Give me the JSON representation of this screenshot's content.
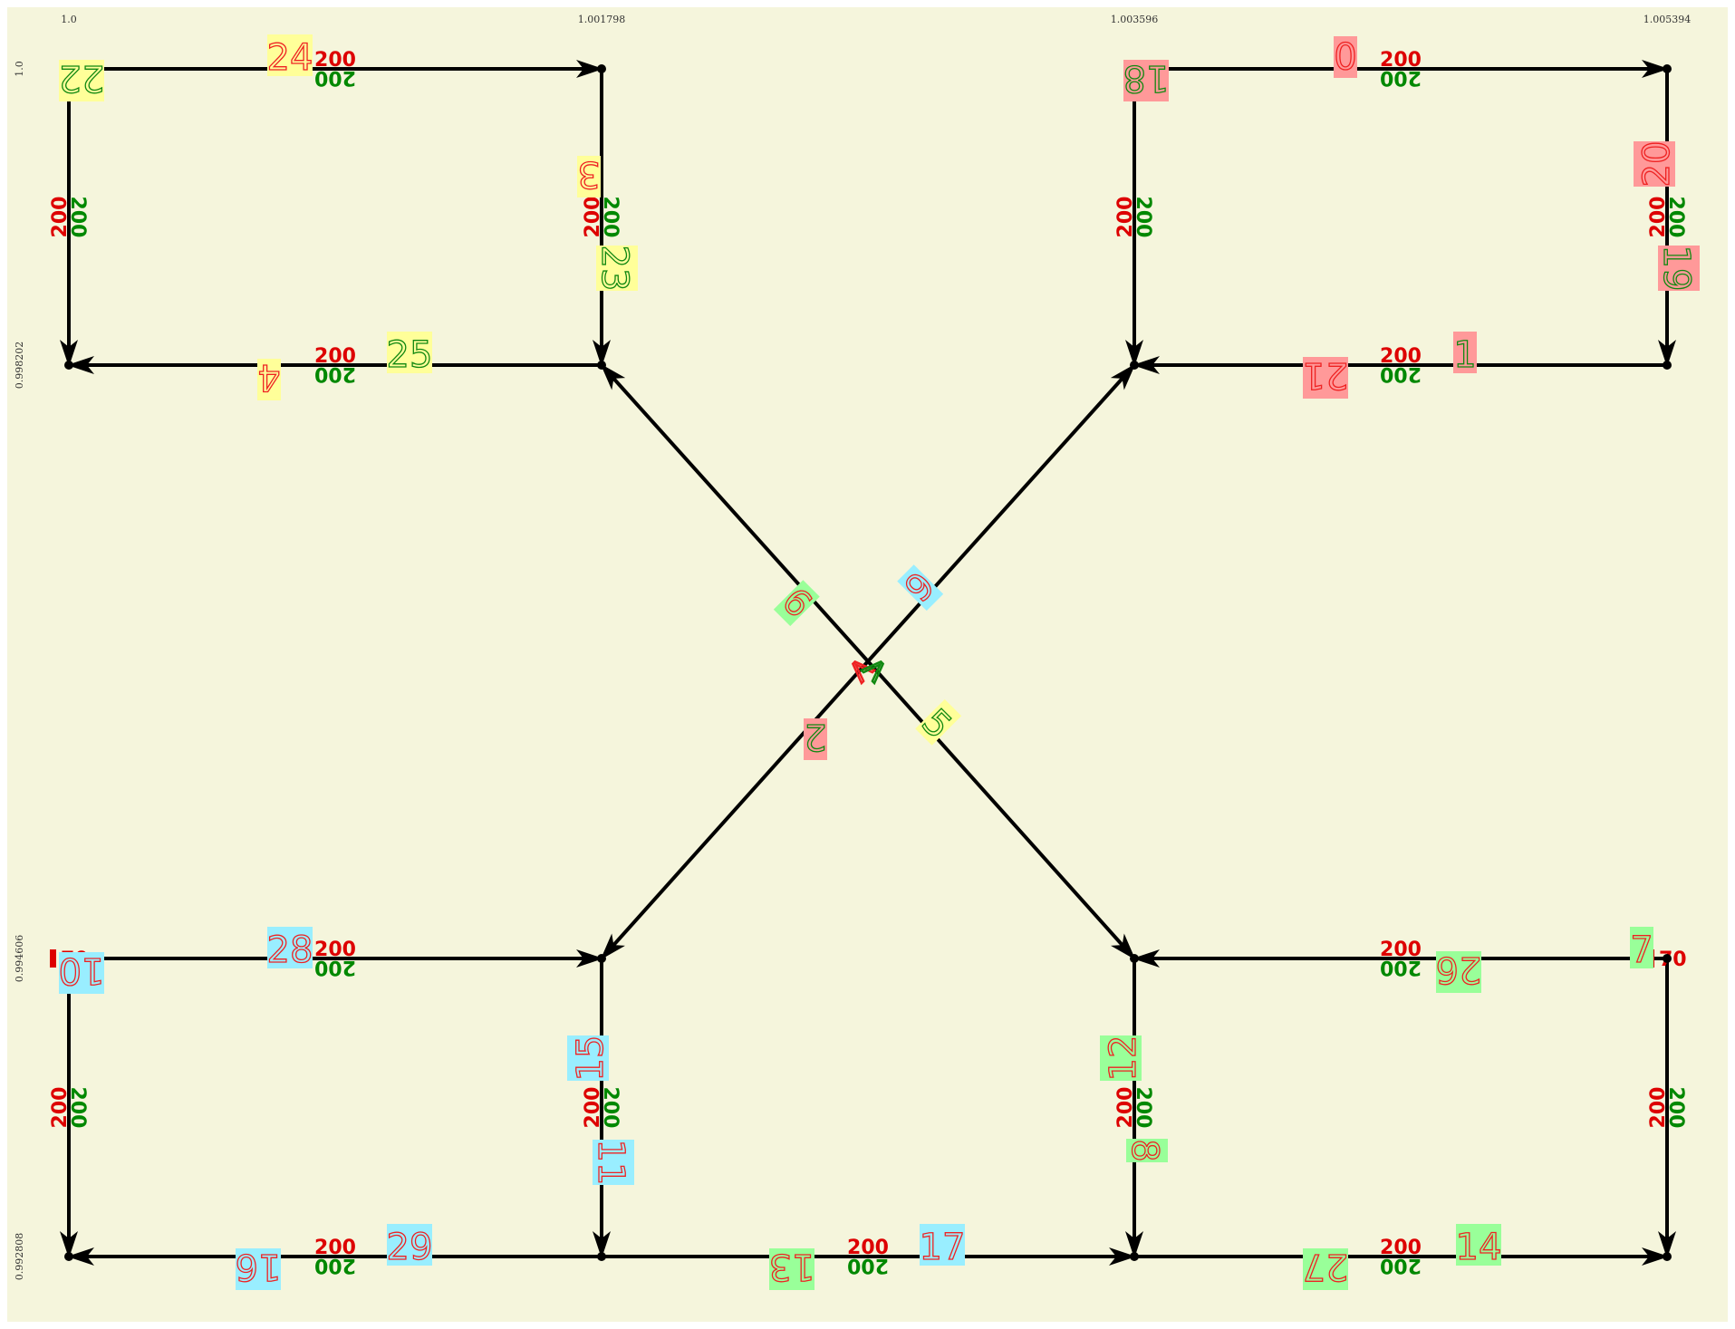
{
  "colors": {
    "background": "#f5f5dc",
    "edge": "#000000",
    "cap_red": "#dd0000",
    "cap_green": "#008800",
    "label_yellow": "#ffff99",
    "label_red": "#ff9999",
    "label_green": "#99ff99",
    "label_cyan": "#99eeff",
    "stroke_red": "#ee2222",
    "stroke_green": "#118811"
  },
  "axis": {
    "x_ticks": [
      "1.0",
      "1.001798",
      "1.003596",
      "1.005394"
    ],
    "y_ticks": [
      "1.0",
      "0.998202",
      "0.994606",
      "0.992808"
    ]
  },
  "nodes": [
    "TL1",
    "TL2",
    "TL3",
    "TL4",
    "TR1",
    "TR2",
    "TR3",
    "TR4",
    "BL1",
    "BL2",
    "BL3",
    "BL4",
    "BR1",
    "BR2",
    "BR3",
    "BR4",
    "CENTER"
  ],
  "edges": [
    {
      "from": "TL1",
      "to": "TL2",
      "fwd": "200",
      "bwd": "200"
    },
    {
      "from": "TL1",
      "to": "TL3",
      "fwd": "200",
      "bwd": "200"
    },
    {
      "from": "TL2",
      "to": "TL4",
      "fwd": "200",
      "bwd": "200"
    },
    {
      "from": "TL4",
      "to": "TL3",
      "fwd": "200",
      "bwd": "200"
    },
    {
      "from": "TR1",
      "to": "TR2",
      "fwd": "200",
      "bwd": "200"
    },
    {
      "from": "TR1",
      "to": "TR3",
      "fwd": "200",
      "bwd": "200"
    },
    {
      "from": "TR2",
      "to": "TR4",
      "fwd": "200",
      "bwd": "200"
    },
    {
      "from": "TR4",
      "to": "TR3",
      "fwd": "200",
      "bwd": "200"
    },
    {
      "from": "BL1",
      "to": "BL2",
      "fwd": "200",
      "bwd": "200"
    },
    {
      "from": "BL1",
      "to": "BL3",
      "fwd": "200",
      "bwd": "200"
    },
    {
      "from": "BL2",
      "to": "BL4",
      "fwd": "200",
      "bwd": "200"
    },
    {
      "from": "BL4",
      "to": "BL3",
      "fwd": "200",
      "bwd": "200"
    },
    {
      "from": "BL4",
      "to": "BR3",
      "fwd": "200",
      "bwd": "200"
    },
    {
      "from": "BR2",
      "to": "BR1",
      "fwd": "200",
      "bwd": "200"
    },
    {
      "from": "BR1",
      "to": "BR3",
      "fwd": "200",
      "bwd": "200"
    },
    {
      "from": "BR2",
      "to": "BR4",
      "fwd": "200",
      "bwd": "200"
    },
    {
      "from": "BR3",
      "to": "BR4",
      "fwd": "200",
      "bwd": "200"
    },
    {
      "from": "CENTER",
      "to": "TL4",
      "fwd": "",
      "bwd": ""
    },
    {
      "from": "CENTER",
      "to": "TR3",
      "fwd": "",
      "bwd": ""
    },
    {
      "from": "CENTER",
      "to": "BL2",
      "fwd": "",
      "bwd": ""
    },
    {
      "from": "CENTER",
      "to": "BR1",
      "fwd": "",
      "bwd": ""
    }
  ],
  "node_caps": [
    {
      "node": "BL1",
      "text": "70"
    },
    {
      "node": "BR2",
      "text": "70"
    }
  ],
  "edge_labels": [
    {
      "text": "0",
      "color": "red"
    },
    {
      "text": "1",
      "color": "red"
    },
    {
      "text": "2",
      "color": "red"
    },
    {
      "text": "3",
      "color": "yellow"
    },
    {
      "text": "4",
      "color": "yellow"
    },
    {
      "text": "5",
      "color": "yellow"
    },
    {
      "text": "6",
      "color": "cyan"
    },
    {
      "text": "7",
      "color": "green"
    },
    {
      "text": "8",
      "color": "green"
    },
    {
      "text": "9",
      "color": "green"
    },
    {
      "text": "10",
      "color": "cyan"
    },
    {
      "text": "11",
      "color": "cyan"
    },
    {
      "text": "12",
      "color": "green"
    },
    {
      "text": "13",
      "color": "green"
    },
    {
      "text": "14",
      "color": "green"
    },
    {
      "text": "15",
      "color": "cyan"
    },
    {
      "text": "16",
      "color": "cyan"
    },
    {
      "text": "17",
      "color": "cyan"
    },
    {
      "text": "18",
      "color": "red"
    },
    {
      "text": "19",
      "color": "red"
    },
    {
      "text": "20",
      "color": "red"
    },
    {
      "text": "21",
      "color": "red"
    },
    {
      "text": "22",
      "color": "yellow"
    },
    {
      "text": "23",
      "color": "yellow"
    },
    {
      "text": "24",
      "color": "yellow"
    },
    {
      "text": "25",
      "color": "yellow"
    },
    {
      "text": "26",
      "color": "green"
    },
    {
      "text": "27",
      "color": "green"
    },
    {
      "text": "28",
      "color": "cyan"
    },
    {
      "text": "29",
      "color": "cyan"
    }
  ]
}
